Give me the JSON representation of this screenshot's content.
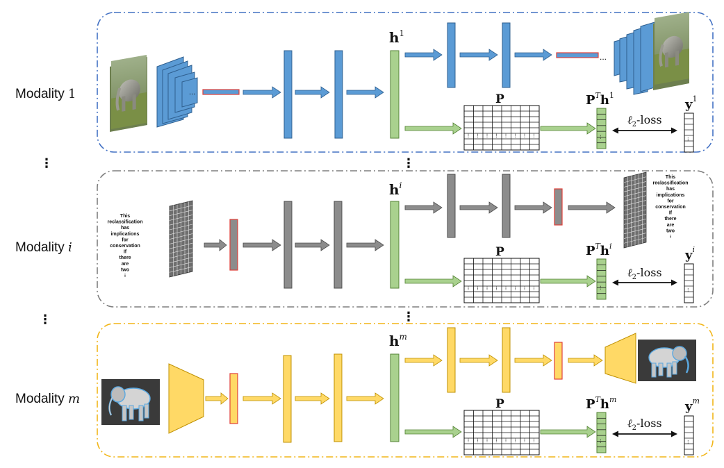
{
  "colors": {
    "blue_fill": "#5b9bd5",
    "blue_stroke": "#2f5f8f",
    "gray_fill": "#8c8c8c",
    "gray_stroke": "#4d4d4d",
    "yellow_fill": "#ffd966",
    "yellow_stroke": "#bf9000",
    "green_fill": "#a9d18e",
    "green_stroke": "#548235",
    "red_outline": "#e0403a",
    "blue_border": "#4472c4",
    "gray_border": "#7f7f7f",
    "yellow_border": "#f2b619"
  },
  "rows": [
    {
      "id": "modality-1",
      "label_text": "Modality",
      "label_symbol": "1",
      "hidden": "h",
      "hidden_sup": "1",
      "proj_label": "P",
      "proj_hidden_prefix": "P",
      "proj_hidden_sup_T": "T",
      "proj_hidden_h": "h",
      "proj_hidden_sup": "1",
      "y_label": "y",
      "y_sup": "1",
      "loss_label": "ℓ",
      "loss_sub": "2",
      "loss_suffix": "-loss",
      "trailing_dots": "...",
      "input_icon": "elephant-photo-icon",
      "output_icon": "elephant-photo-icon"
    },
    {
      "id": "modality-i",
      "label_text": "Modality",
      "label_symbol": "i",
      "hidden": "h",
      "hidden_sup": "i",
      "proj_label": "P",
      "proj_hidden_prefix": "P",
      "proj_hidden_sup_T": "T",
      "proj_hidden_h": "h",
      "proj_hidden_sup": "i",
      "y_label": "y",
      "y_sup": "i",
      "loss_label": "ℓ",
      "loss_sub": "2",
      "loss_suffix": "-loss",
      "input_text": [
        "This",
        "reclassification",
        "has",
        "implications",
        "for",
        "conservation",
        "If",
        "there",
        "are",
        "two",
        "⁝"
      ],
      "output_text": [
        "This",
        "reclassification",
        "has",
        "implications",
        "for",
        "conservation",
        "If",
        "there",
        "are",
        "two",
        "⁝"
      ]
    },
    {
      "id": "modality-m",
      "label_text": "Modality",
      "label_symbol": "m",
      "hidden": "h",
      "hidden_sup": "m",
      "proj_label": "P",
      "proj_hidden_prefix": "P",
      "proj_hidden_sup_T": "T",
      "proj_hidden_h": "h",
      "proj_hidden_sup": "m",
      "y_label": "y",
      "y_sup": "m",
      "loss_label": "ℓ",
      "loss_sub": "2",
      "loss_suffix": "-loss",
      "input_icon": "elephant-3d-model-icon",
      "output_icon": "elephant-3d-model-icon"
    }
  ],
  "separators": {
    "dots": "⋮"
  }
}
